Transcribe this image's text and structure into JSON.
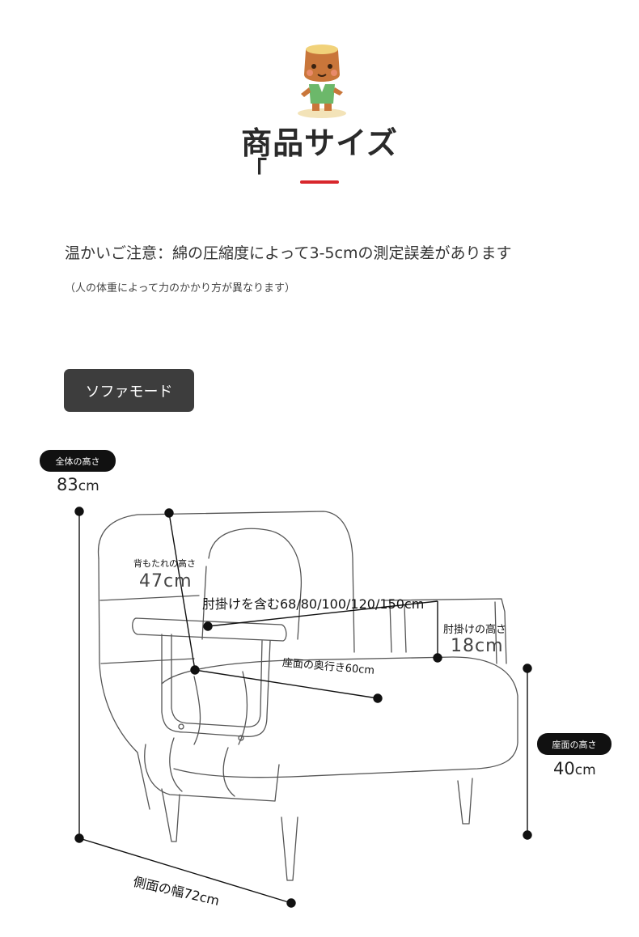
{
  "header": {
    "title": "商品サイズ",
    "bracket": "「"
  },
  "notice": {
    "main": "温かいご注意：綿の圧縮度によって3-5cmの測定誤差があります",
    "sub": "（人の体重によって力のかかり方が異なります）"
  },
  "mode_button": {
    "label": "ソファモード"
  },
  "dimensions": {
    "total_height": {
      "label": "全体の高さ",
      "value": "83",
      "unit": "cm"
    },
    "backrest_height": {
      "label": "背もたれの高さ",
      "value": "47cm"
    },
    "width": {
      "label": "肘掛けを含む68/80/100/120/150cm"
    },
    "armrest_height": {
      "label": "肘掛けの高さ",
      "value": "18cm"
    },
    "seat_depth": {
      "label": "座面の奥行き60cm"
    },
    "seat_height": {
      "label": "座面の高さ",
      "value": "40",
      "unit": "cm"
    },
    "side_width": {
      "label": "側面の幅72cm"
    }
  },
  "colors": {
    "accent_red": "#d8262c",
    "button_bg": "#3d3d3d",
    "pill_bg": "#111111",
    "line": "#555555"
  },
  "icons": {
    "mascot": "tree-stump-mascot-icon"
  }
}
